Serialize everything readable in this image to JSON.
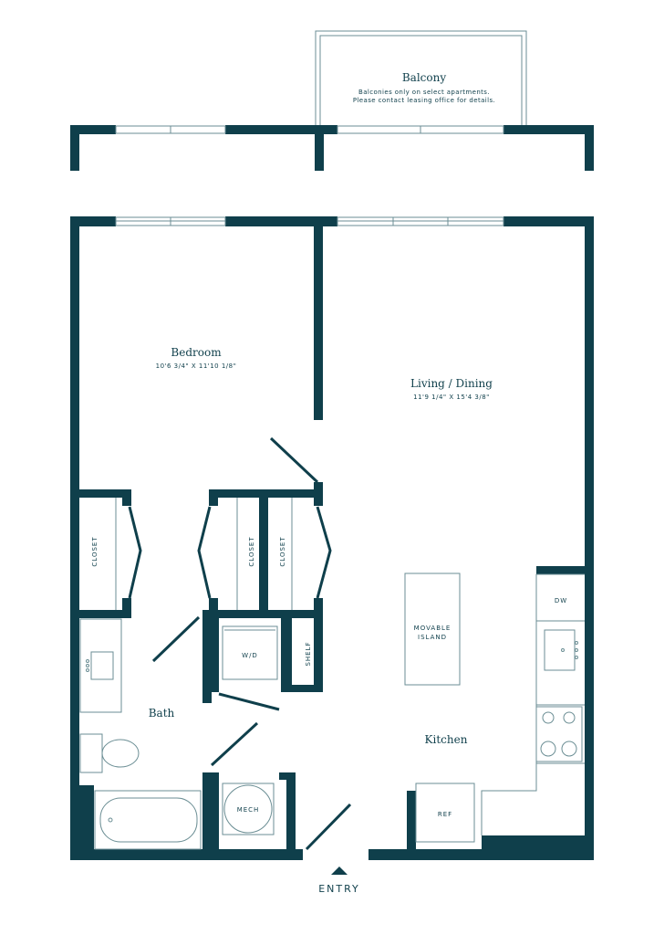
{
  "balcony": {
    "title": "Balcony",
    "note_line1": "Balconies only on select apartments.",
    "note_line2": "Please contact leasing office for details."
  },
  "rooms": {
    "bedroom": {
      "name": "Bedroom",
      "dims": "10'6 3/4\" X 11'10 1/8\""
    },
    "living": {
      "name": "Living / Dining",
      "dims": "11'9 1/4\" X 15'4 3/8\""
    },
    "bath": {
      "name": "Bath"
    },
    "kitchen": {
      "name": "Kitchen"
    }
  },
  "fixtures": {
    "closet": "CLOSET",
    "washer_dryer": "W/D",
    "shelf": "SHELF",
    "mech": "MECH",
    "island_line1": "MOVABLE",
    "island_line2": "ISLAND",
    "dishwasher": "DW",
    "refrigerator": "REF"
  },
  "entry": {
    "label": "ENTRY"
  },
  "colors": {
    "wall": "#0f3f4b",
    "line": "#6b8e94",
    "background": "#ffffff"
  }
}
